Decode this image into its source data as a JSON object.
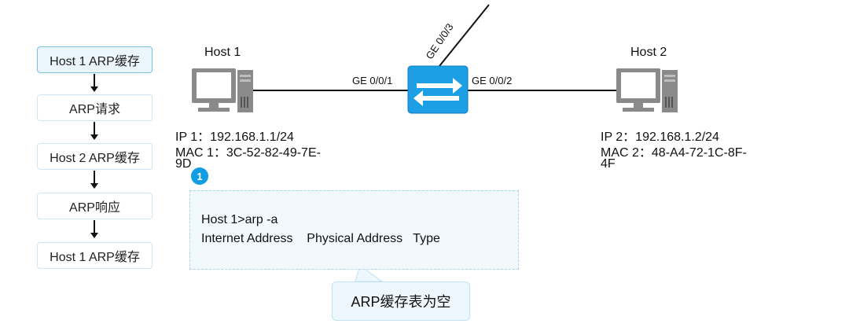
{
  "flow": {
    "steps": [
      {
        "label": "Host 1 ARP缓存",
        "active": true
      },
      {
        "label": "ARP请求",
        "active": false
      },
      {
        "label": "Host 2 ARP缓存",
        "active": false
      },
      {
        "label": "ARP响应",
        "active": false
      },
      {
        "label": "Host 1 ARP缓存",
        "active": false
      }
    ]
  },
  "host1": {
    "name": "Host 1",
    "ip_line": "IP 1：192.168.1.1/24",
    "mac_line1": "MAC 1：3C-52-82-49-7E-",
    "mac_line2": "9D"
  },
  "host2": {
    "name": "Host 2",
    "ip_line": "IP 2：192.168.1.2/24",
    "mac_line1": "MAC 2：48-A4-72-1C-8F-",
    "mac_line2": "4F"
  },
  "switch": {
    "port_left": "GE 0/0/1",
    "port_right": "GE 0/0/2",
    "port_up": "GE 0/0/3",
    "color": "#1d9fe6"
  },
  "step_badge": "1",
  "terminal": {
    "command": "Host 1>arp -a",
    "header": "Internet Address    Physical Address   Type"
  },
  "callout": "ARP缓存表为空"
}
